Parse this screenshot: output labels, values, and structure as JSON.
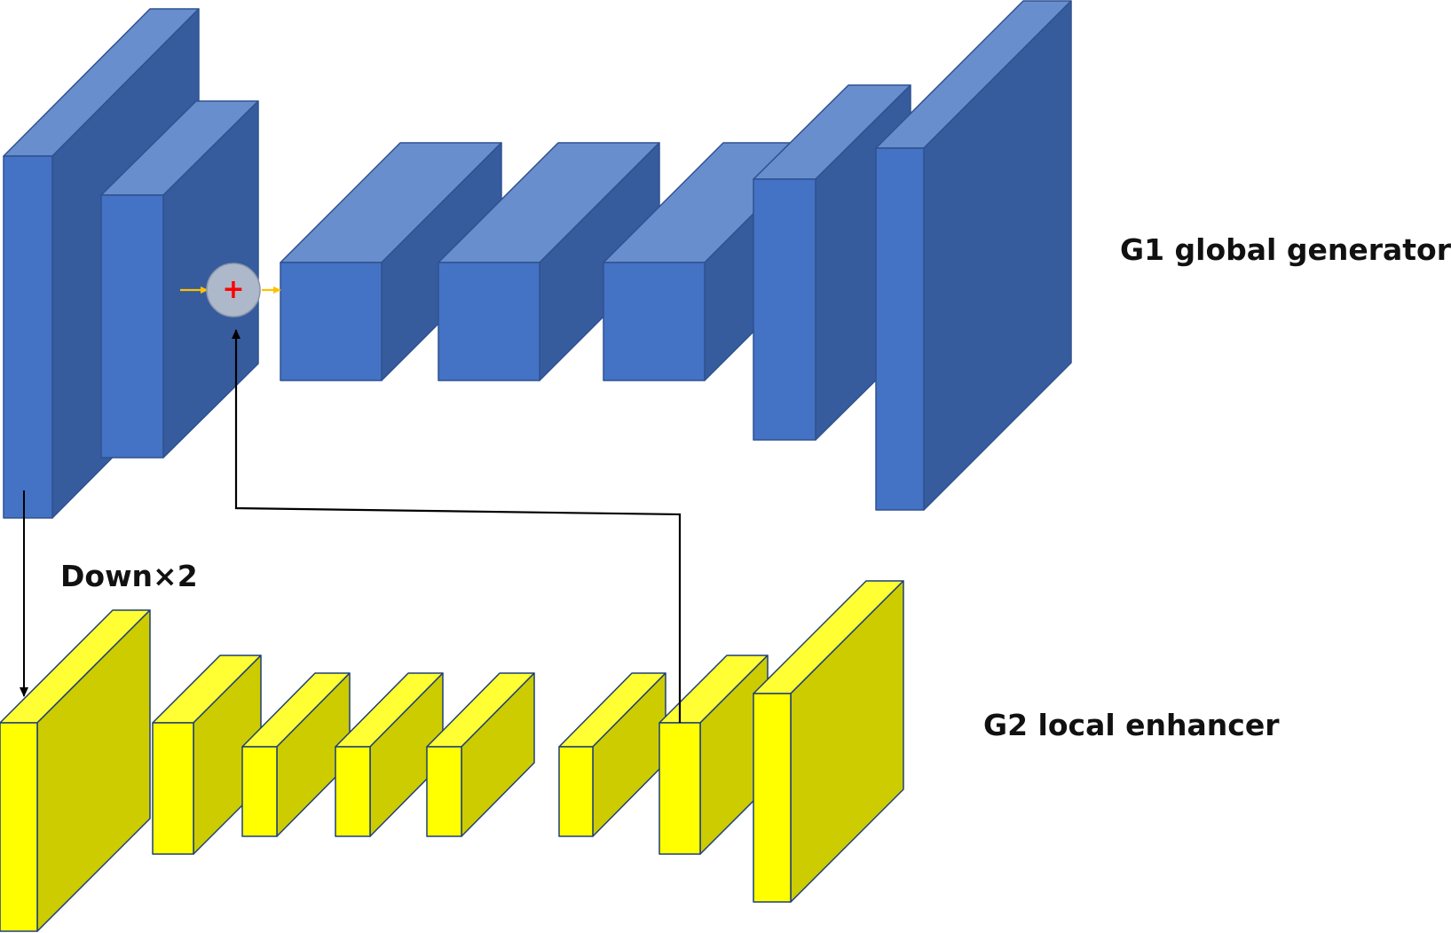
{
  "labels": {
    "g1": "G1 global generator",
    "g2": "G2 local enhancer",
    "down": "Down×2",
    "add_symbol": "+"
  },
  "colors": {
    "g1_front": "#4472c4",
    "g1_top": "#698ece",
    "g1_side": "#365c9e",
    "g1_edge": "#2f528f",
    "g2_front": "#ffff00",
    "g2_top": "#ffff33",
    "g2_side": "#cccc00",
    "g2_edge": "#1f3f7a",
    "adder_fill": "#adb9ca",
    "adder_edge": "#8a96a8",
    "plus": "#ff0000",
    "small_arrow": "#ffc000",
    "connector": "#000000"
  },
  "icons": {
    "adder": "circle-plus-icon",
    "arrow": "arrowhead-icon"
  }
}
